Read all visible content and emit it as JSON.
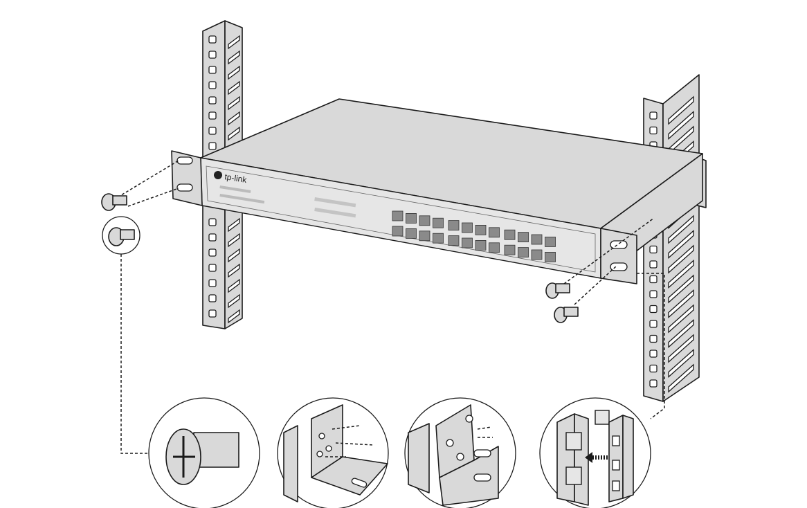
{
  "figure": {
    "brand_label": "tp-link",
    "colors": {
      "metal": "#d9d9d9",
      "outline": "#1a1a1a",
      "port": "#8a8a8a"
    },
    "port_count": 24,
    "detail_views": [
      "screw-closeup",
      "bracket-attach-small",
      "bracket-attach-large",
      "cage-nut-insertion"
    ]
  }
}
